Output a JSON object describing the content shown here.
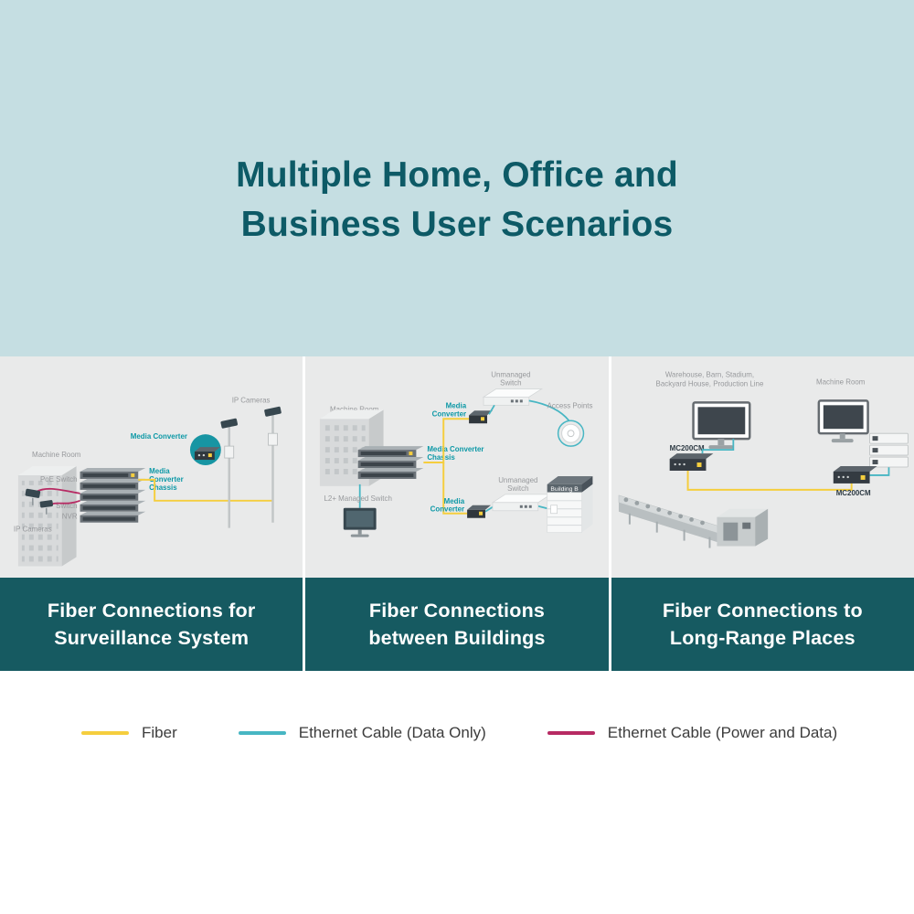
{
  "title": {
    "line1": "Multiple Home, Office and",
    "line2": "Business User Scenarios"
  },
  "panels": [
    {
      "caption": [
        "Fiber Connections for",
        "Surveillance System"
      ],
      "labels": {
        "machine_room": "Machine Room",
        "ip_cameras_top": "IP Cameras",
        "media_converter": "Media Converter",
        "chassis_l1": "Media",
        "chassis_l2": "Converter",
        "chassis_l3": "Chassis",
        "poe_switch": "PoE Switch",
        "switch": "Switch",
        "nvr": "NVR",
        "ip_cameras_left": "IP Cameras"
      }
    },
    {
      "caption": [
        "Fiber Connections",
        "between Buildings"
      ],
      "labels": {
        "machine_room": "Machine Room",
        "mc_top_l1": "Media",
        "mc_top_l2": "Converter",
        "unmanaged_top_l1": "Unmanaged",
        "unmanaged_top_l2": "Switch",
        "access_points": "Access Points",
        "chassis_l1": "Media Converter",
        "chassis_l2": "Chassis",
        "unmanaged_bottom_l1": "Unmanaged",
        "unmanaged_bottom_l2": "Switch",
        "mc_bottom_l1": "Media",
        "mc_bottom_l2": "Converter",
        "l2_switch": "L2+ Managed Switch",
        "building_b": "Building B"
      }
    },
    {
      "caption": [
        "Fiber Connections to",
        "Long-Range Places"
      ],
      "labels": {
        "places_l1": "Warehouse, Barn, Stadium,",
        "places_l2": "Backyard House, Production Line",
        "machine_room": "Machine Room",
        "mc200cm_left": "MC200CM",
        "mc200cm_right": "MC200CM"
      }
    }
  ],
  "legend": {
    "items": [
      {
        "label": "Fiber",
        "color": "#F5CE3E"
      },
      {
        "label": "Ethernet Cable (Data Only)",
        "color": "#47B6C3"
      },
      {
        "label": "Ethernet Cable (Power and Data)",
        "color": "#B72A63"
      }
    ]
  },
  "colors": {
    "hero_bg": "#C5DEE2",
    "title": "#0D5A66",
    "panel_bg": "#E9EAEA",
    "caption_bg": "#165A61",
    "label_gray": "#97999C",
    "teal_accent": "#0C98A6"
  }
}
